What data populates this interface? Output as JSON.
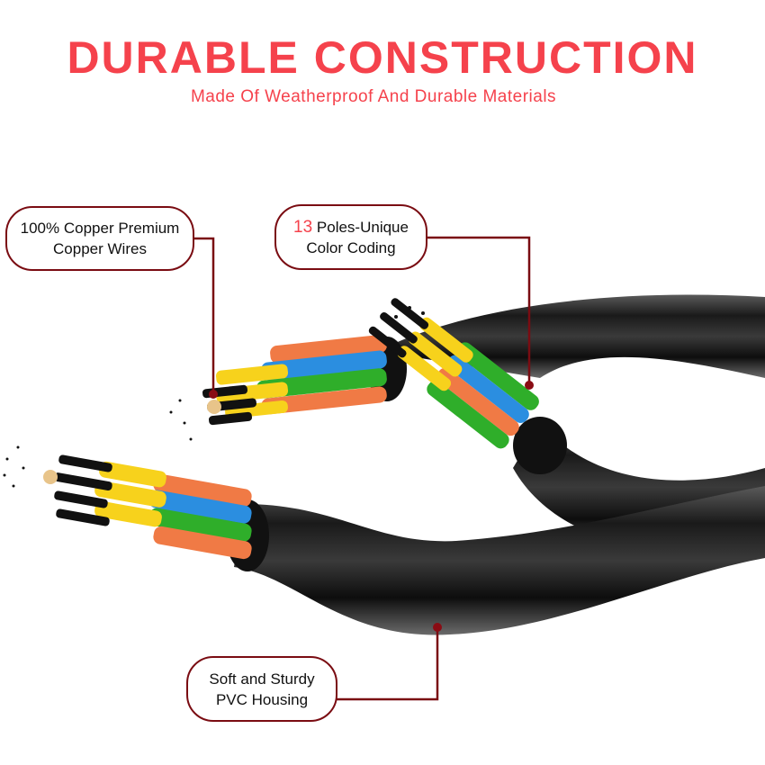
{
  "header": {
    "title": "DURABLE CONSTRUCTION",
    "subtitle": "Made Of Weatherproof And Durable Materials"
  },
  "callouts": [
    {
      "id": "copper",
      "line1": "100% Copper Premium",
      "line2": "Copper Wires"
    },
    {
      "id": "poles",
      "number": "13",
      "line1_rest": "Poles-Unique",
      "line2": "Color Coding"
    },
    {
      "id": "housing",
      "line1": "Soft and Sturdy",
      "line2": "PVC Housing"
    }
  ],
  "colors": {
    "accent_red": "#f5424c",
    "callout_line": "#7a0c12",
    "wire_yellow": "#f7d21c",
    "wire_blue": "#2b8ee0",
    "wire_green": "#2fae2a",
    "wire_orange": "#f07a45",
    "cable_black": "#151515"
  }
}
